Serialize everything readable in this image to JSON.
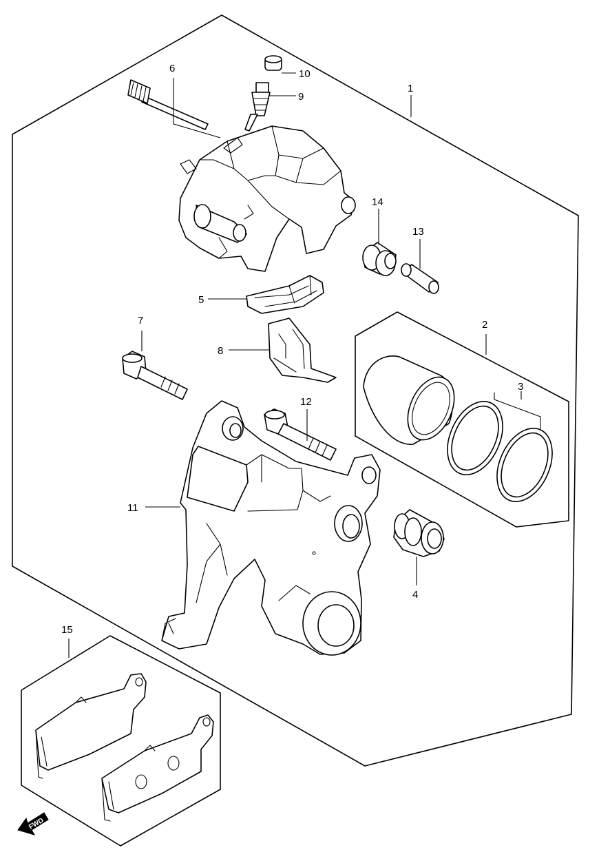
{
  "callouts": {
    "c1": "1",
    "c2": "2",
    "c3": "3",
    "c4": "4",
    "c5": "5",
    "c6": "6",
    "c7": "7",
    "c8": "8",
    "c9": "9",
    "c10": "10",
    "c11": "11",
    "c12": "12",
    "c13": "13",
    "c14": "14",
    "c15": "15"
  },
  "direction_label": "FWD"
}
